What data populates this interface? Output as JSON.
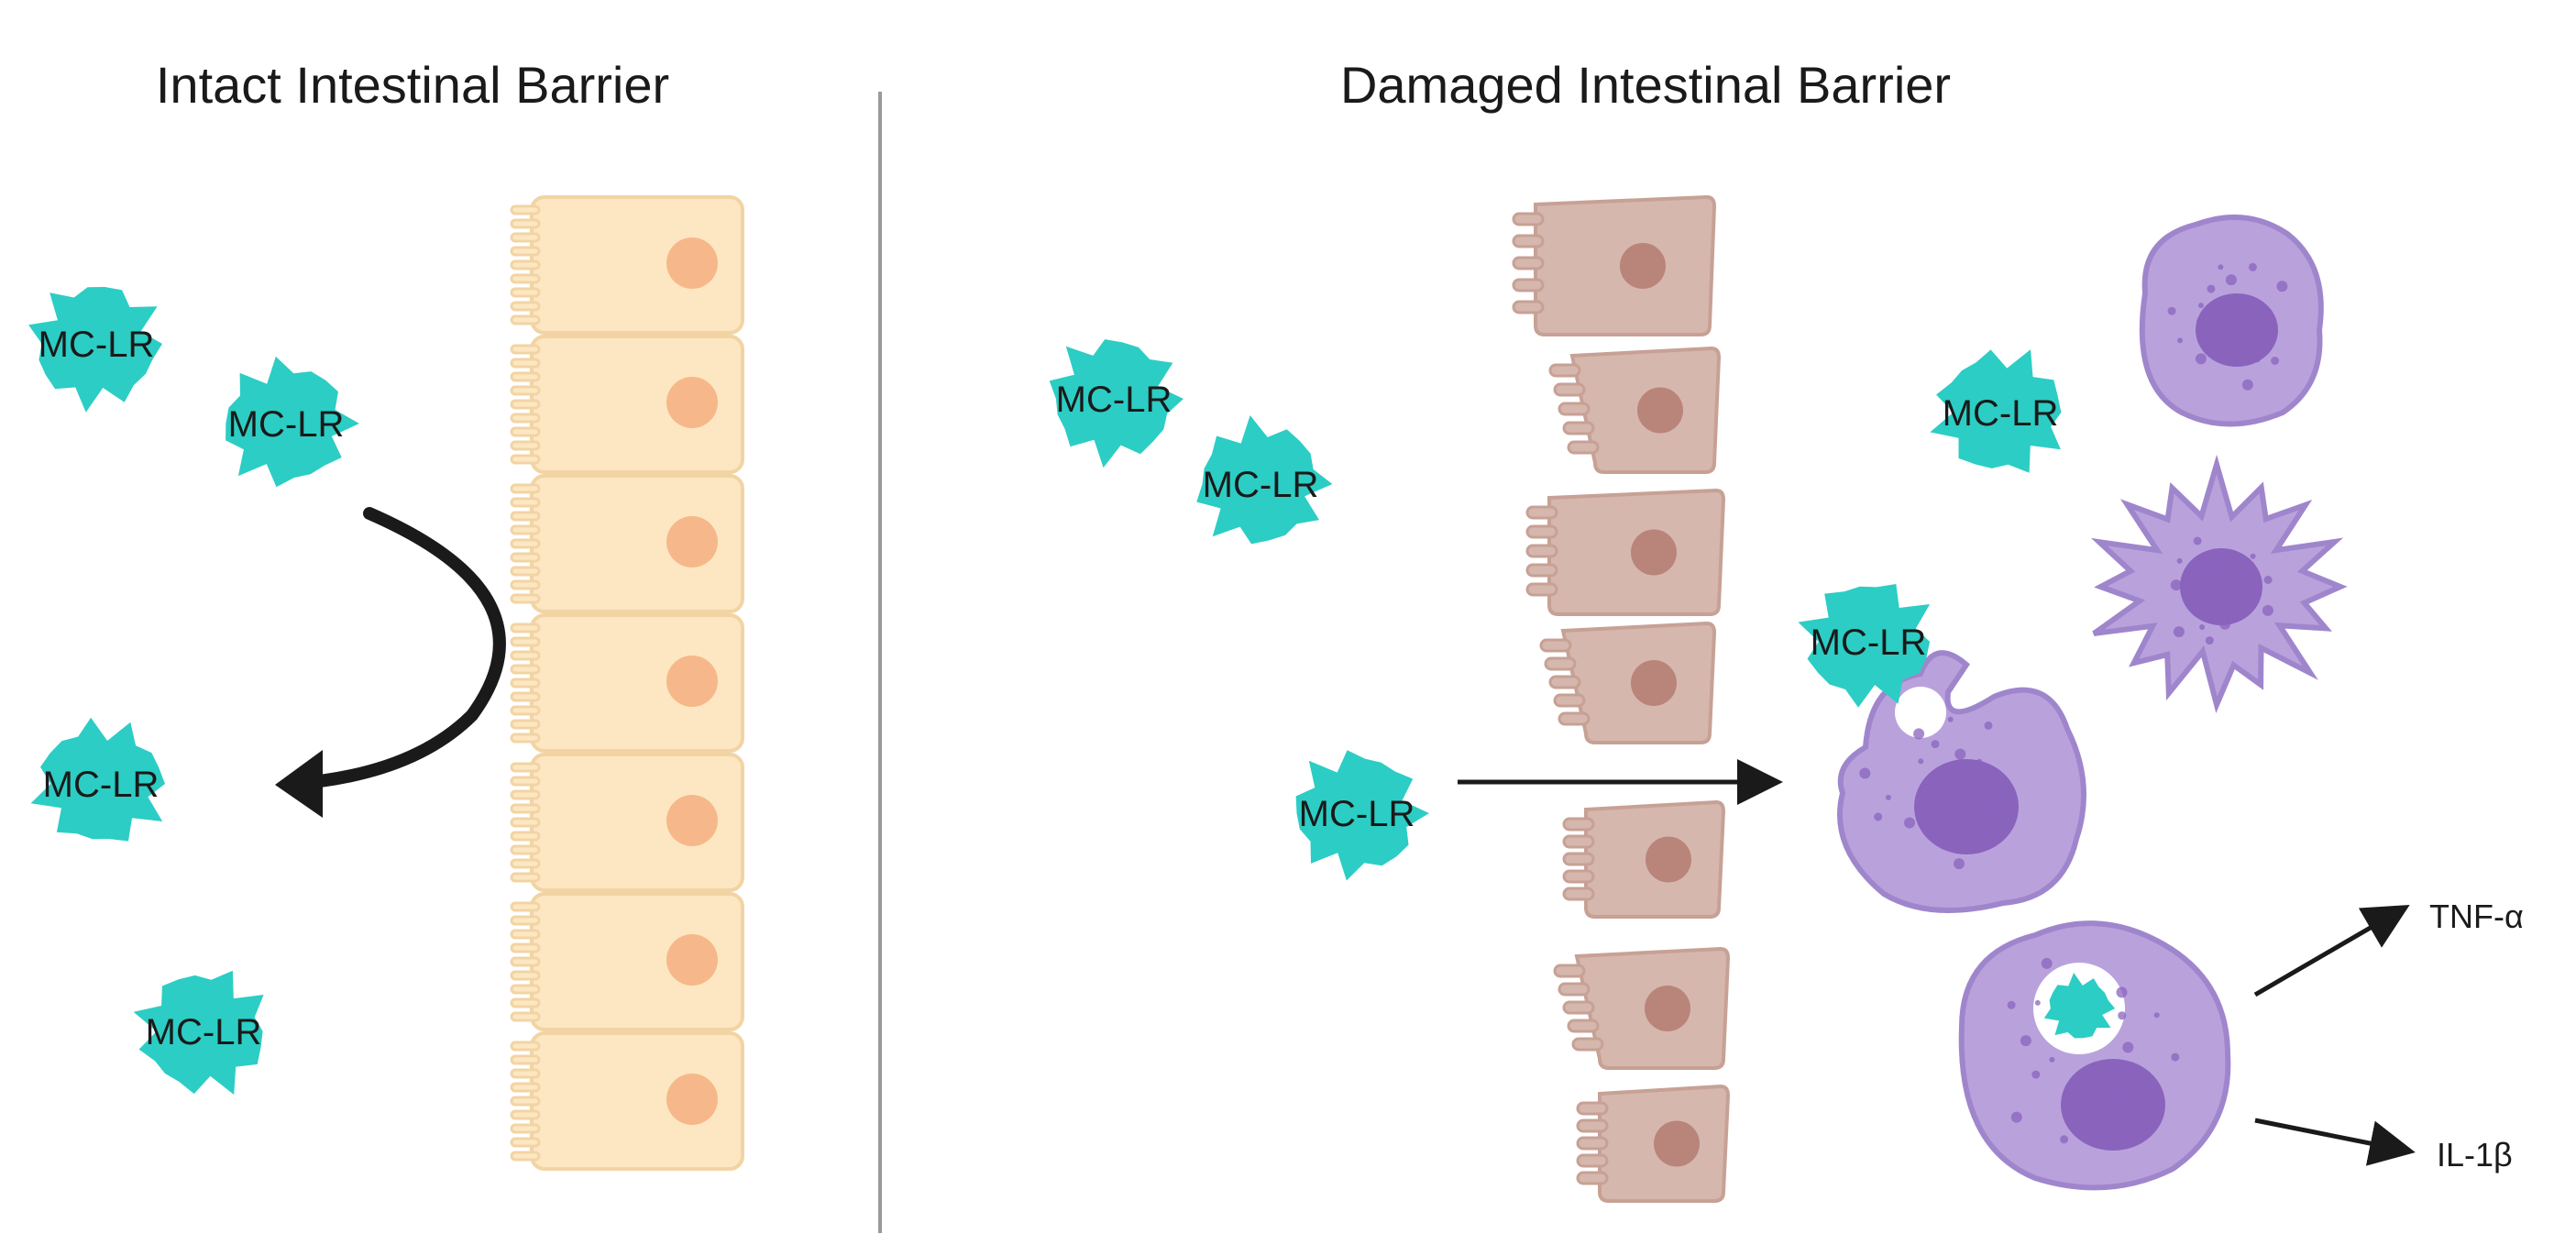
{
  "panels": {
    "intact": {
      "title": "Intact Intestinal Barrier",
      "toxin_labels": [
        "MC-LR",
        "MC-LR",
        "MC-LR",
        "MC-LR"
      ]
    },
    "damaged": {
      "title": "Damaged Intestinal Barrier",
      "toxin_labels": [
        "MC-LR",
        "MC-LR",
        "MC-LR",
        "MC-LR",
        "MC-LR"
      ],
      "cytokines": [
        "TNF-α",
        "IL-1β"
      ]
    }
  },
  "colors": {
    "toxin": "#2ccdc4",
    "intact_cell": "#fde7c2",
    "intact_cell_border": "#f2d4a4",
    "intact_nucleus": "#f6b88a",
    "damaged_cell": "#d6b7ad",
    "damaged_cell_border": "#c7a195",
    "damaged_nucleus": "#b9847a",
    "macrophage": "#b9a2dc",
    "macrophage_border": "#9f86cc",
    "macrophage_nucleus": "#8a63bd",
    "arrow": "#1a1a1a",
    "divider": "#9a9a9a"
  }
}
